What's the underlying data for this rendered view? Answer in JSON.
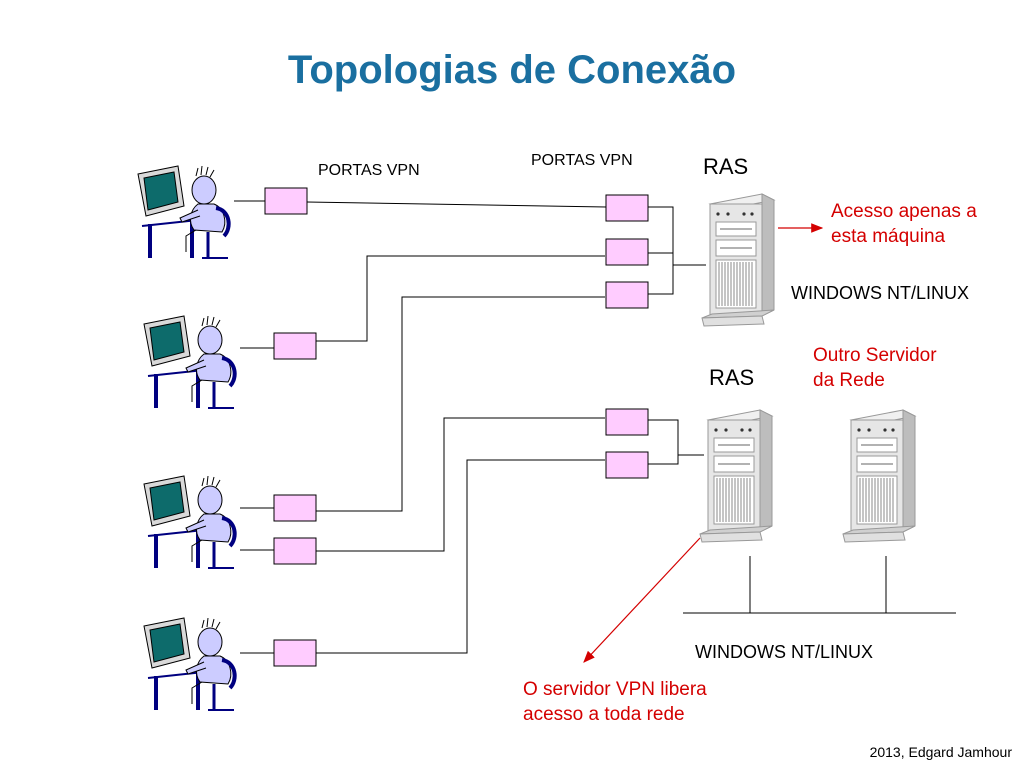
{
  "title": "Topologias de Conexão",
  "labels": {
    "portas_vpn_left": "PORTAS VPN",
    "portas_vpn_right": "PORTAS VPN",
    "ras_top": "RAS",
    "ras_bottom": "RAS",
    "os_top": "WINDOWS NT/LINUX",
    "os_bottom": "WINDOWS NT/LINUX"
  },
  "annotations": {
    "acesso_line1": "Acesso apenas a",
    "acesso_line2": "esta máquina",
    "outro_line1": "Outro Servidor",
    "outro_line2": "da Rede",
    "vpn_line1": "O servidor VPN libera",
    "vpn_line2": "acesso a toda rede"
  },
  "footer": {
    "credit": "2013, Edgard Jamhour"
  },
  "colors": {
    "title": "#1a6fa0",
    "annotation": "#d40000",
    "port_fill": "#ffccff",
    "line": "#000000",
    "person_fill": "#ccccff",
    "person_stroke": "#000080",
    "screen": "#0d6b6b"
  }
}
